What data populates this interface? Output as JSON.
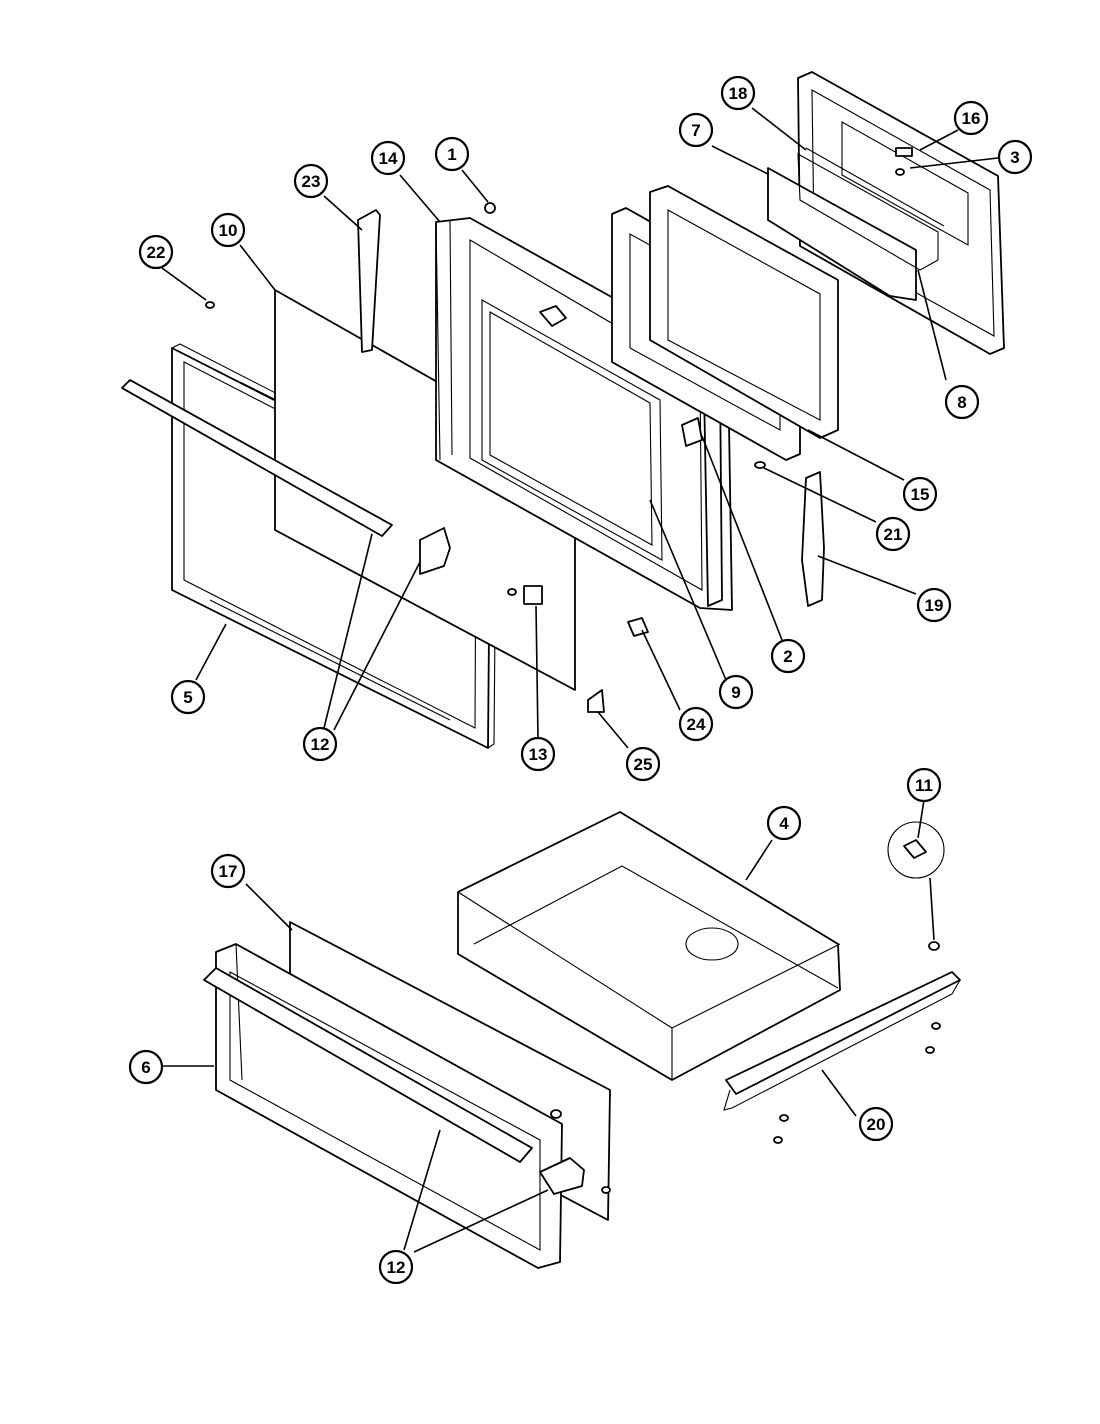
{
  "diagram": {
    "callouts": [
      {
        "id": "c1",
        "label": "1"
      },
      {
        "id": "c14",
        "label": "14"
      },
      {
        "id": "c23",
        "label": "23"
      },
      {
        "id": "c22",
        "label": "22"
      },
      {
        "id": "c10",
        "label": "10"
      },
      {
        "id": "c18",
        "label": "18"
      },
      {
        "id": "c7",
        "label": "7"
      },
      {
        "id": "c16",
        "label": "16"
      },
      {
        "id": "c3",
        "label": "3"
      },
      {
        "id": "c8",
        "label": "8"
      },
      {
        "id": "c15",
        "label": "15"
      },
      {
        "id": "c21",
        "label": "21"
      },
      {
        "id": "c19",
        "label": "19"
      },
      {
        "id": "c2",
        "label": "2"
      },
      {
        "id": "c9",
        "label": "9"
      },
      {
        "id": "c24",
        "label": "24"
      },
      {
        "id": "c25",
        "label": "25"
      },
      {
        "id": "c13",
        "label": "13"
      },
      {
        "id": "c12a",
        "label": "12"
      },
      {
        "id": "c5",
        "label": "5"
      },
      {
        "id": "c11",
        "label": "11"
      },
      {
        "id": "c4",
        "label": "4"
      },
      {
        "id": "c17",
        "label": "17"
      },
      {
        "id": "c6",
        "label": "6"
      },
      {
        "id": "c20",
        "label": "20"
      },
      {
        "id": "c12b",
        "label": "12"
      }
    ]
  }
}
